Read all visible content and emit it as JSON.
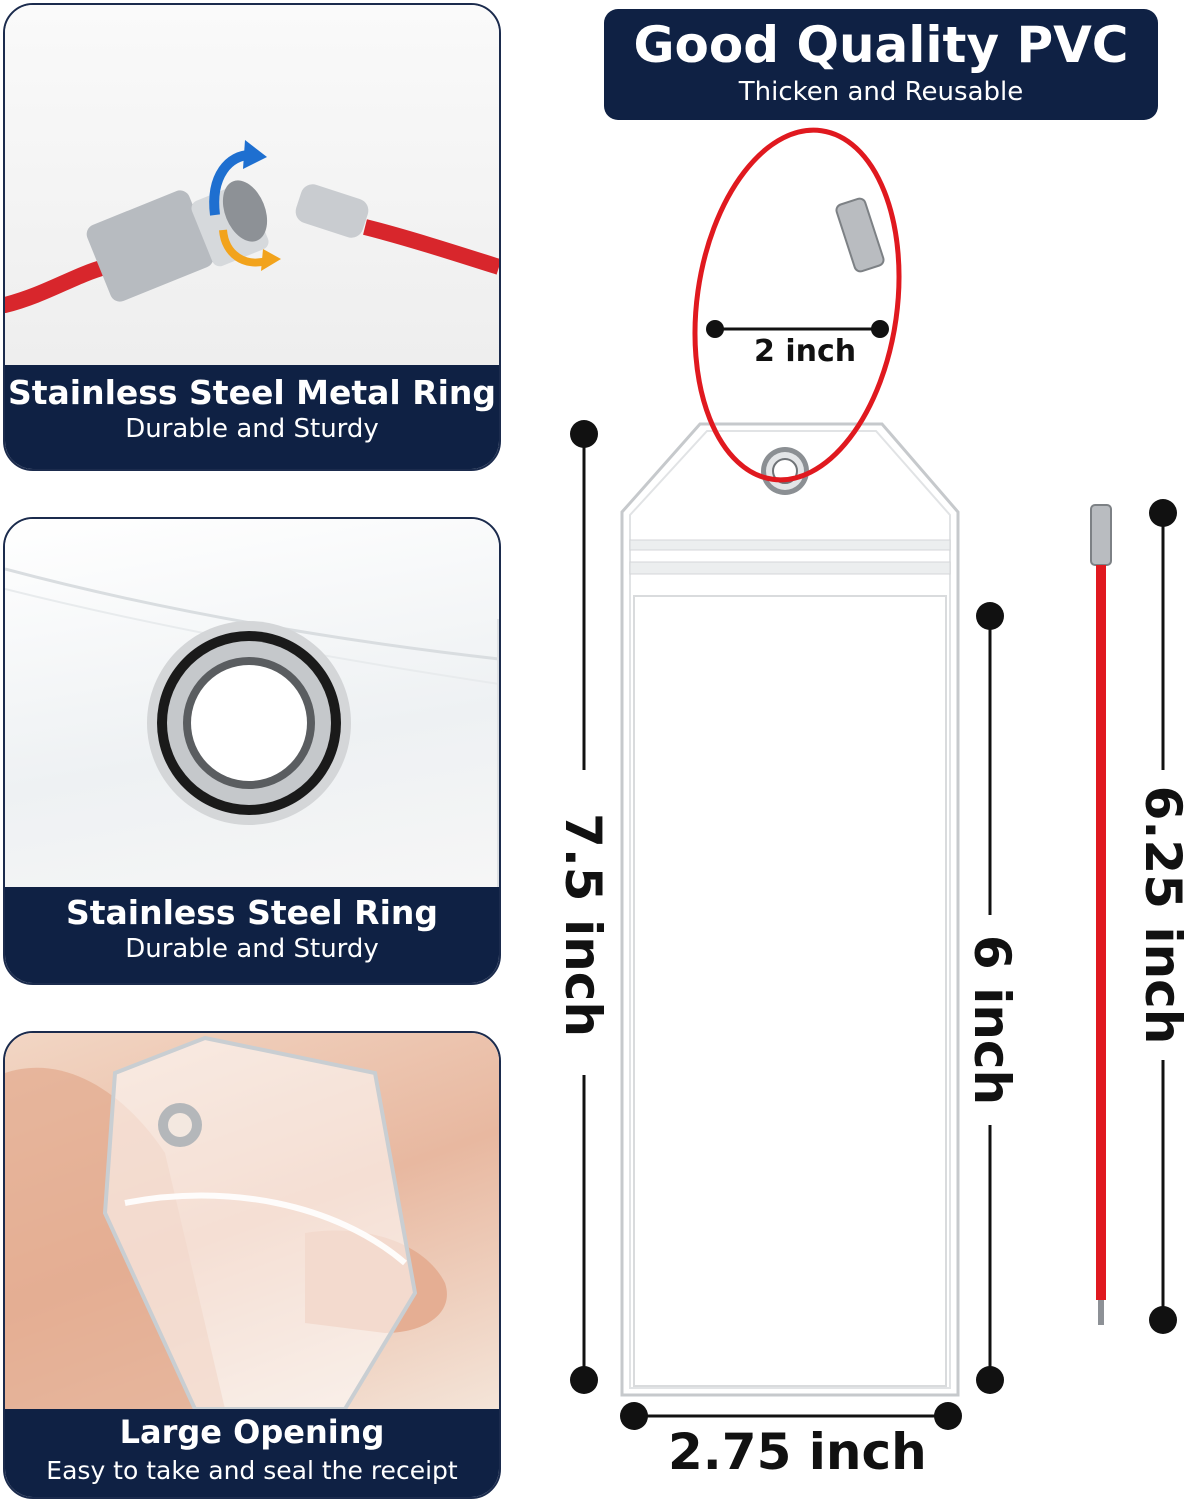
{
  "header": {
    "title": "Good Quality PVC",
    "subtitle": "Thicken and Reusable"
  },
  "features": [
    {
      "title": "Stainless Steel Metal Ring",
      "subtitle": "Durable and Sturdy"
    },
    {
      "title": "Stainless Steel Ring",
      "subtitle": "Durable and Sturdy"
    },
    {
      "title": "Large Opening",
      "subtitle": "Easy to take and seal the receipt"
    }
  ],
  "dimensions": {
    "ring_diameter": "2 inch",
    "total_length": "7.5 inch",
    "pocket_length": "6 inch",
    "width": "2.75 inch",
    "cable_length": "6.25 inch"
  },
  "colors": {
    "navy": "#0f2144",
    "cable_red": "#e0191f",
    "steel": "#b9bcc0"
  }
}
